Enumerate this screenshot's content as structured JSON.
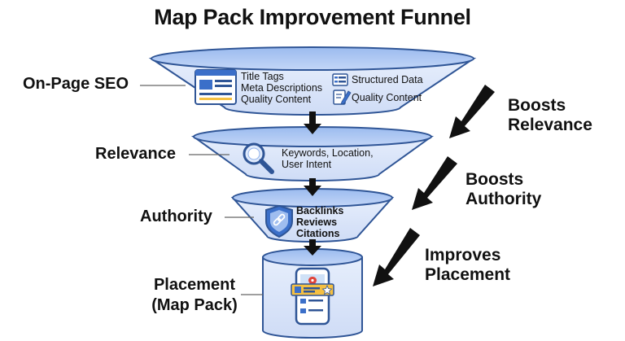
{
  "title": "Map Pack Improvement Funnel",
  "stages": {
    "onpage": {
      "label": "On-Page SEO",
      "items_left": [
        "Title Tags",
        "Meta Descriptions",
        "Quality Content"
      ],
      "items_right": [
        "Structured Data",
        "Quality Content"
      ]
    },
    "relevance": {
      "label": "Relevance",
      "text": [
        "Keywords, Location,",
        "User Intent"
      ]
    },
    "authority": {
      "label": "Authority",
      "items": [
        "Backlinks",
        "Reviews",
        "Citations"
      ]
    },
    "placement": {
      "label_lines": [
        "Placement",
        "(Map Pack)"
      ]
    }
  },
  "side_arrows": [
    {
      "lines": [
        "Boosts",
        "Relevance"
      ]
    },
    {
      "lines": [
        "Boosts",
        "Authority"
      ]
    },
    {
      "lines": [
        "Improves",
        "Placement"
      ]
    }
  ],
  "colors": {
    "funnel_fill": "#dde8fb",
    "funnel_top": "#aac6f2",
    "funnel_stroke": "#2f5596",
    "icon_blue": "#3b6fc9",
    "accent_yellow": "#f5c042",
    "arrow": "#111111"
  },
  "icons": [
    "webpage-icon",
    "structured-data-icon",
    "quality-content-icon",
    "magnifier-icon",
    "shield-link-icon",
    "phone-map-icon"
  ]
}
